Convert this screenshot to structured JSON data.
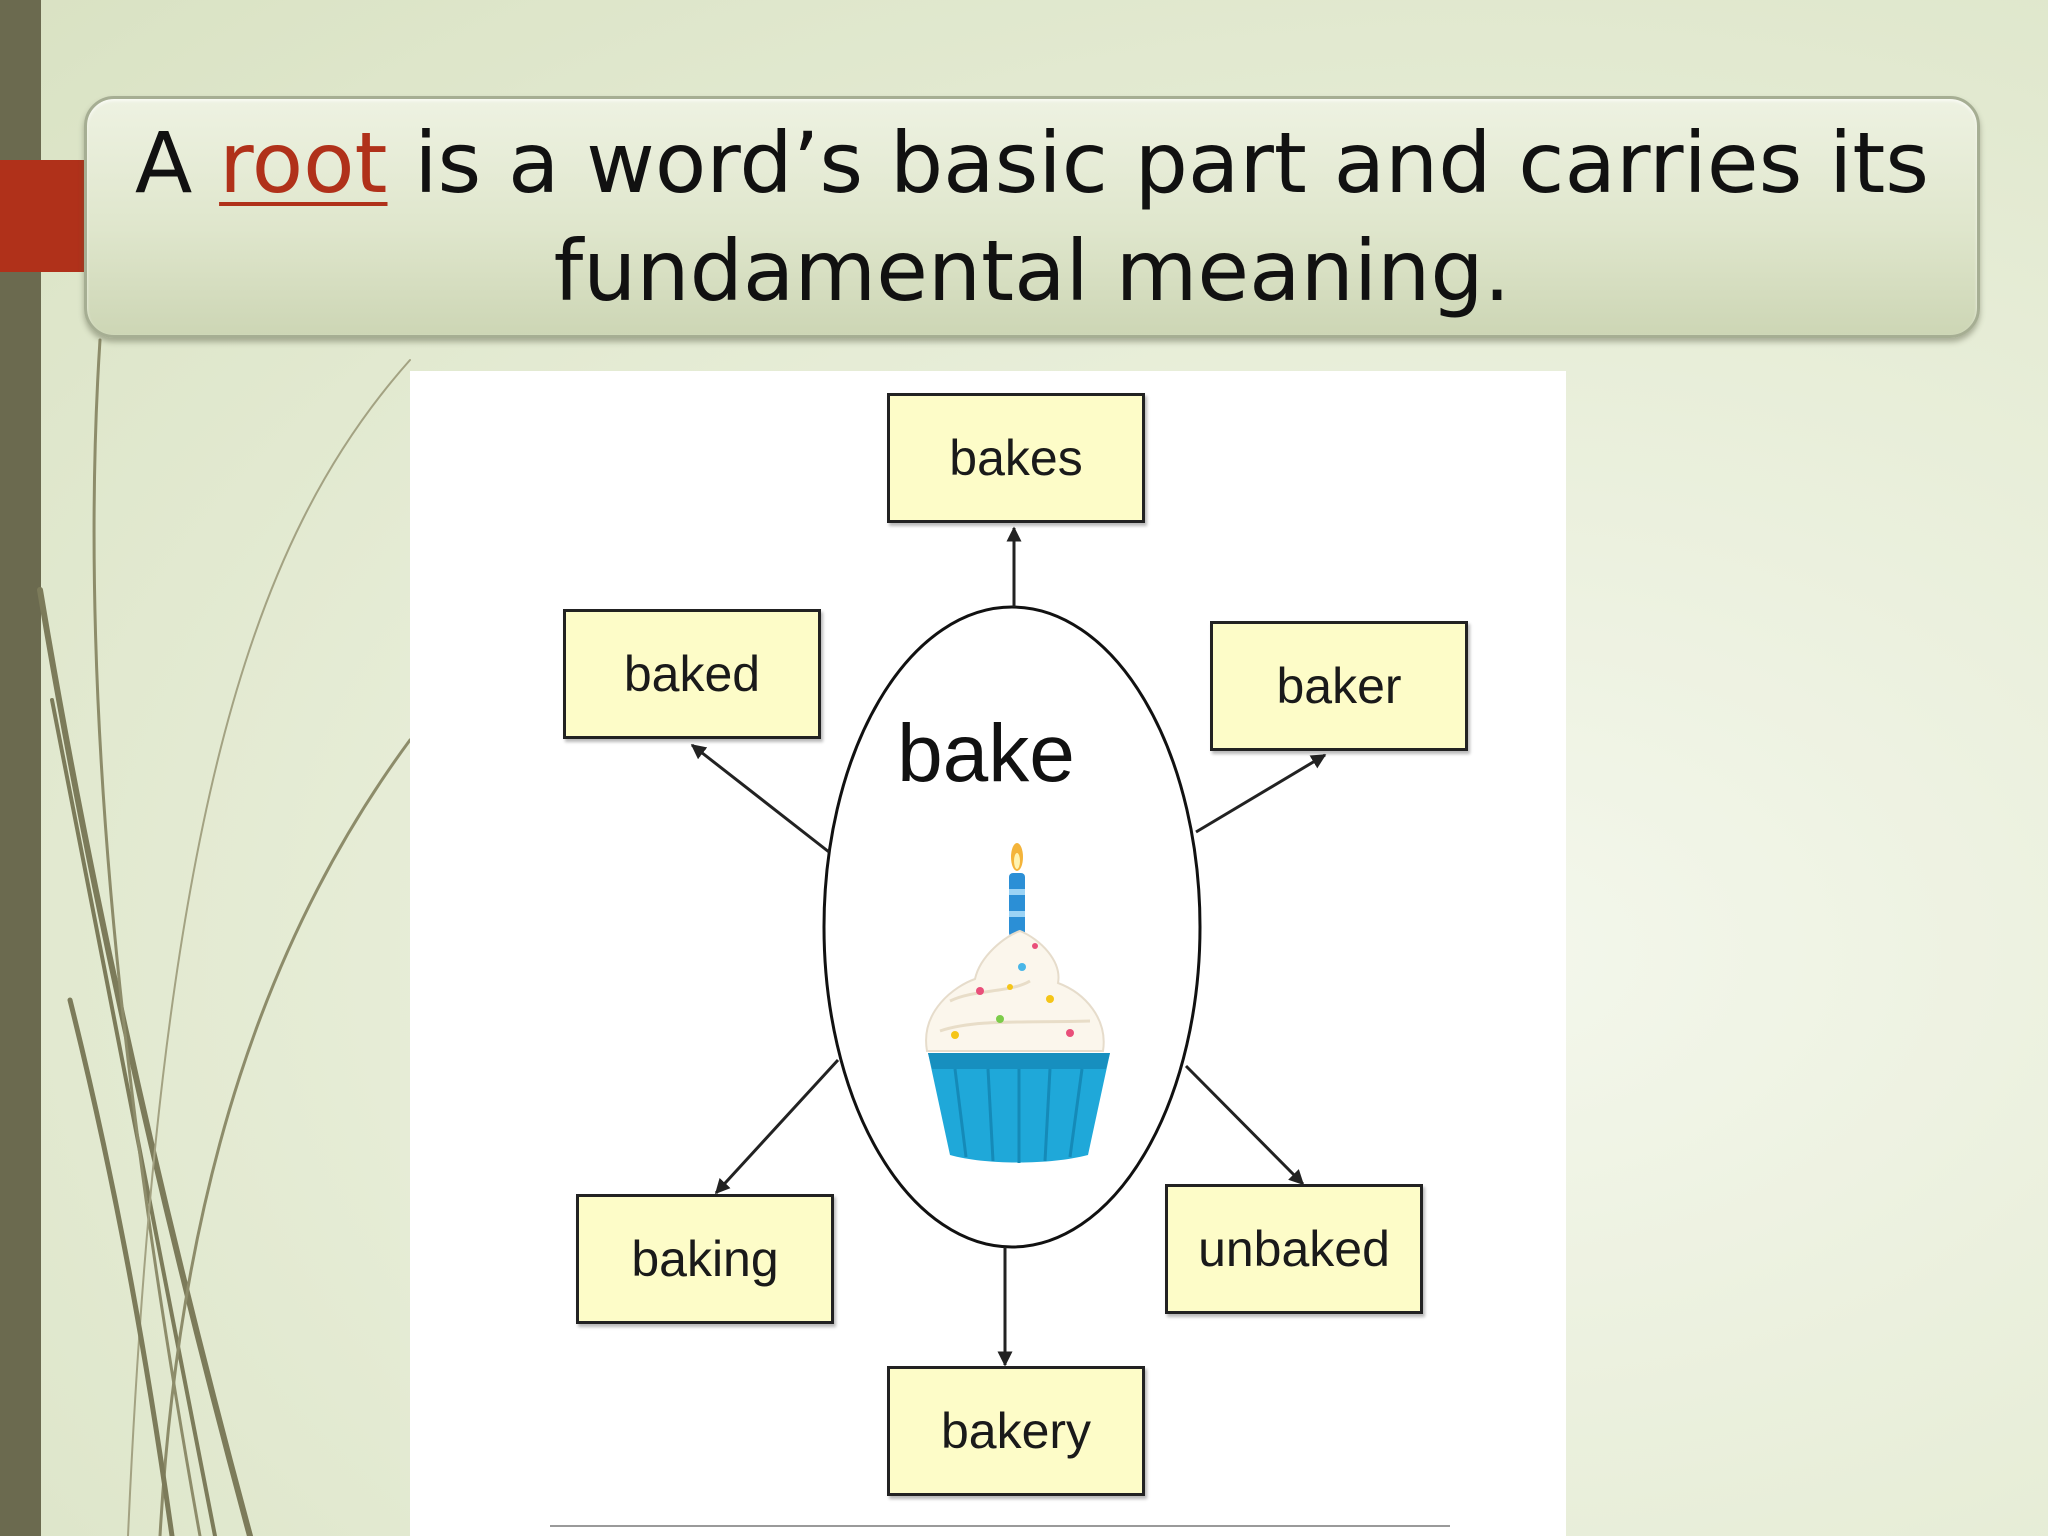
{
  "slide": {
    "title_before": "A ",
    "title_keyword": "root",
    "title_after": " is a word’s basic part and carries its fundamental meaning.",
    "accent_color": "#b0311a"
  },
  "diagram": {
    "root": "bake",
    "root_icon": "cupcake-icon",
    "derived": {
      "top": "bakes",
      "upper_left": "baked",
      "upper_right": "baker",
      "lower_left": "baking",
      "lower_right": "unbaked",
      "bottom": "bakery"
    },
    "box_color": "#fdfcc8"
  }
}
